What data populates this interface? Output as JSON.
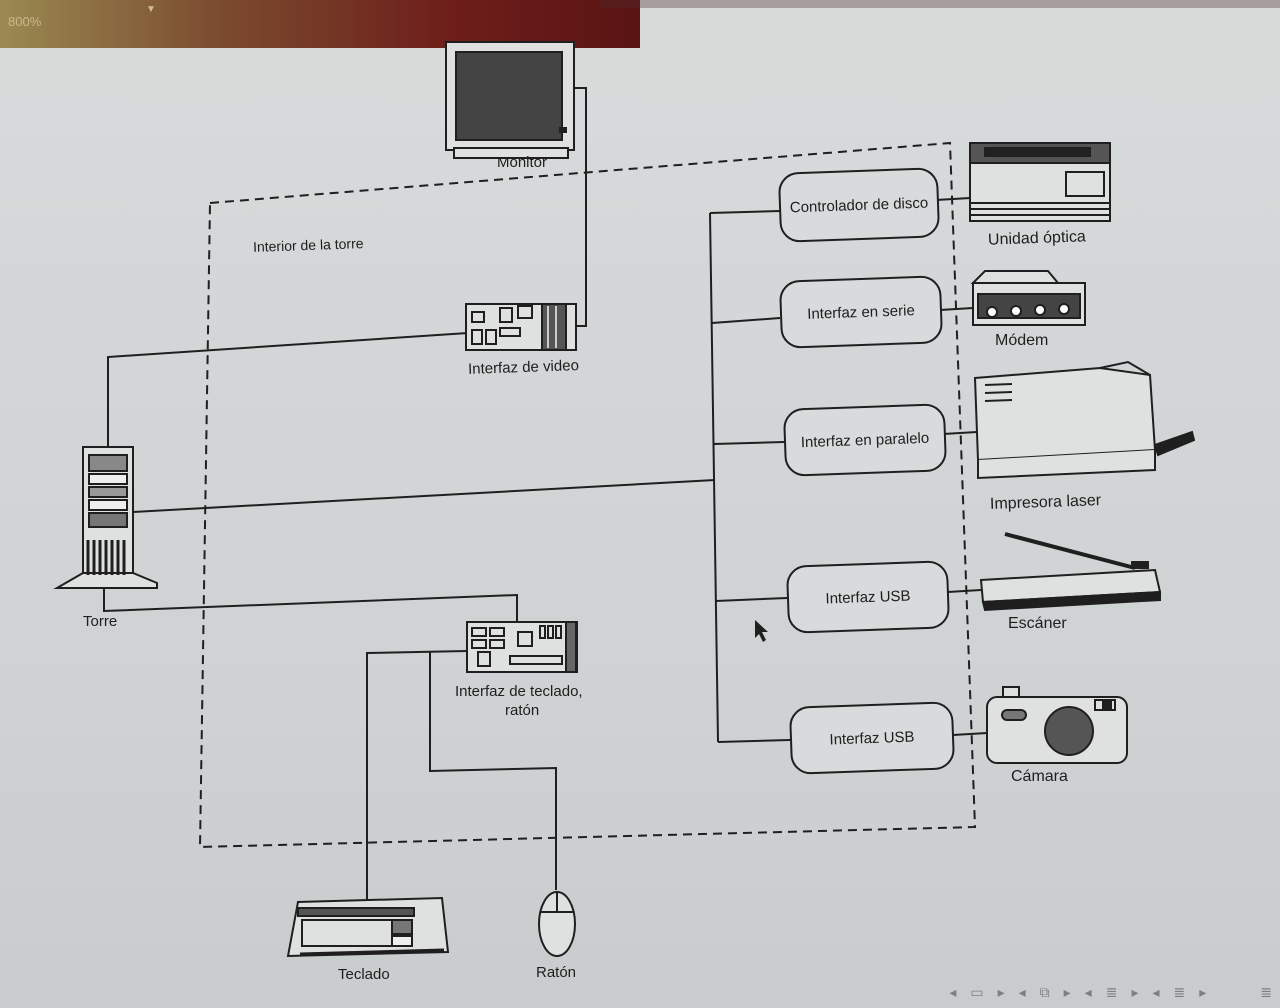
{
  "viewer": {
    "zoom_label": "800%"
  },
  "diagram": {
    "region_label": "Interior de la torre",
    "devices": {
      "monitor": "Monitor",
      "tower": "Torre",
      "video_card": "Interfaz de video",
      "keyboard_card_line1": "Interfaz de teclado,",
      "keyboard_card_line2": "ratón",
      "keyboard": "Teclado",
      "mouse": "Ratón",
      "optical_drive": "Unidad óptica",
      "modem": "Módem",
      "laser_printer": "Impresora laser",
      "scanner": "Escáner",
      "camera": "Cámara"
    },
    "interfaces": {
      "disk_controller": "Controlador de disco",
      "serial": "Interfaz en serie",
      "parallel": "Interfaz en paralelo",
      "usb_1": "Interfaz USB",
      "usb_2": "Interfaz USB"
    }
  },
  "nav_icons": [
    "prev-frame-icon",
    "frame-icon",
    "next-frame-icon",
    "prev-subsection-icon",
    "subsection-icon",
    "next-subsection-icon",
    "prev-section-icon",
    "section-icon",
    "next-section-icon",
    "prev-doc-icon",
    "doc-icon",
    "next-doc-icon",
    "search-icon"
  ]
}
